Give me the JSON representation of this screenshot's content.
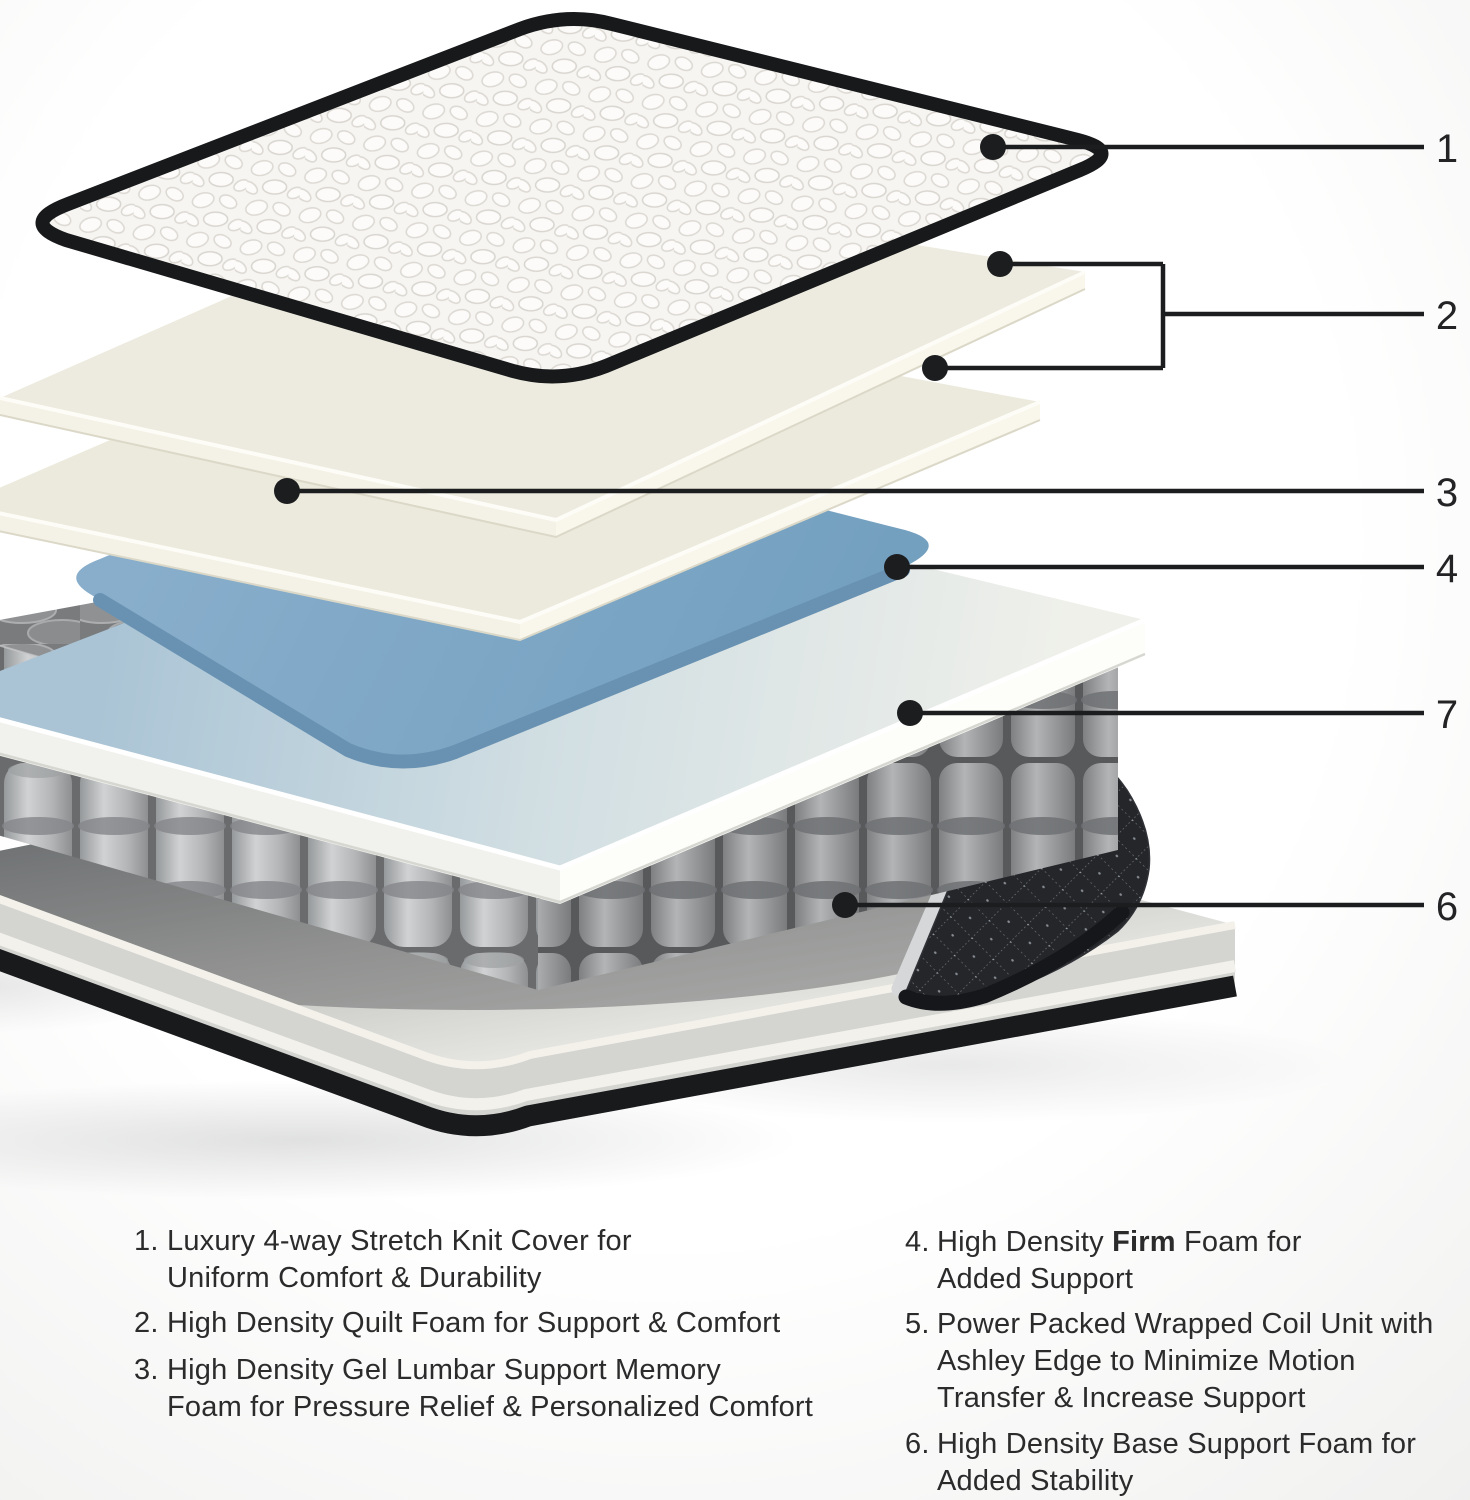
{
  "figure": {
    "type": "exploded-product-diagram",
    "subject": "mattress layers cutaway"
  },
  "callouts": {
    "c1": "1",
    "c2": "2",
    "c3": "3",
    "c4": "4",
    "c7": "7",
    "c6": "6"
  },
  "legend": {
    "items": [
      {
        "num": "1.",
        "text": "Luxury 4-way Stretch Knit Cover for\nUniform Comfort & Durability"
      },
      {
        "num": "2.",
        "text": "High Density Quilt Foam for Support & Comfort"
      },
      {
        "num": "3.",
        "text": "High Density Gel Lumbar Support Memory\nFoam for Pressure Relief & Personalized Comfort"
      },
      {
        "num": "4.",
        "text_pre": "High Density ",
        "text_bold": "Firm",
        "text_post": " Foam for\nAdded Support"
      },
      {
        "num": "5.",
        "text": "Power Packed Wrapped Coil Unit with\nAshley Edge to Minimize Motion\nTransfer & Increase Support"
      },
      {
        "num": "6.",
        "text": "High Density Base Support Foam for\nAdded Stability"
      }
    ]
  },
  "colors": {
    "piping_black": "#18191b",
    "gel_blue": "#7fa8c7",
    "foam_cream": "#edebdf",
    "coil_gray": "#8f9193",
    "side_fabric_dark": "#24262a",
    "callout_ink": "#1c1d1f",
    "legend_ink": "#2b2b2c"
  }
}
